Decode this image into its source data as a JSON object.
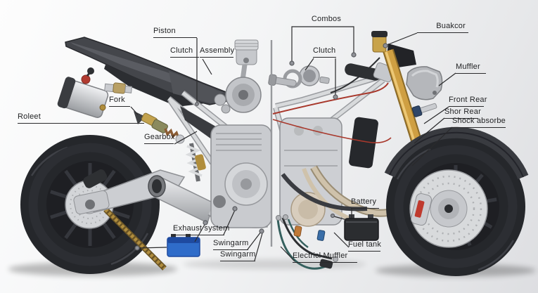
{
  "labels": {
    "piston": "Piston",
    "clutch_left": "Clutch",
    "assembly": "Assembly",
    "fork": "Fork",
    "roleet": "Roleet",
    "gearbox": "Gearbox",
    "exhaust_system": "Exhaust system",
    "swingarm_1": "Swingarm",
    "swingarm_2": "Swingarm",
    "combos": "Combos",
    "clutch_right": "Clutch",
    "buakcor": "Buakcor",
    "muffler": "Muffler",
    "front_rear": "Front Rear",
    "shor_rear": "Shor Rear",
    "shock_absorbe": "Shock absorbe",
    "battery": "Battery",
    "fuel_tank": "Fuel tank",
    "electricl_muffler": "Electricl Muffler"
  },
  "colors": {
    "label_text": "#1f2022",
    "leader_line": "#2a2a2c",
    "marker_fill": "#909298",
    "marker_ring": "#5a5c60",
    "fork_gold": "#cf9f42",
    "battery_blue": "#2f6cc9",
    "brake_red": "#a8382c",
    "caliper_red": "#bf3a2e",
    "tire_black": "#25272b",
    "frame_silver": "#d8dadc",
    "divider_gray": "#97999d"
  }
}
